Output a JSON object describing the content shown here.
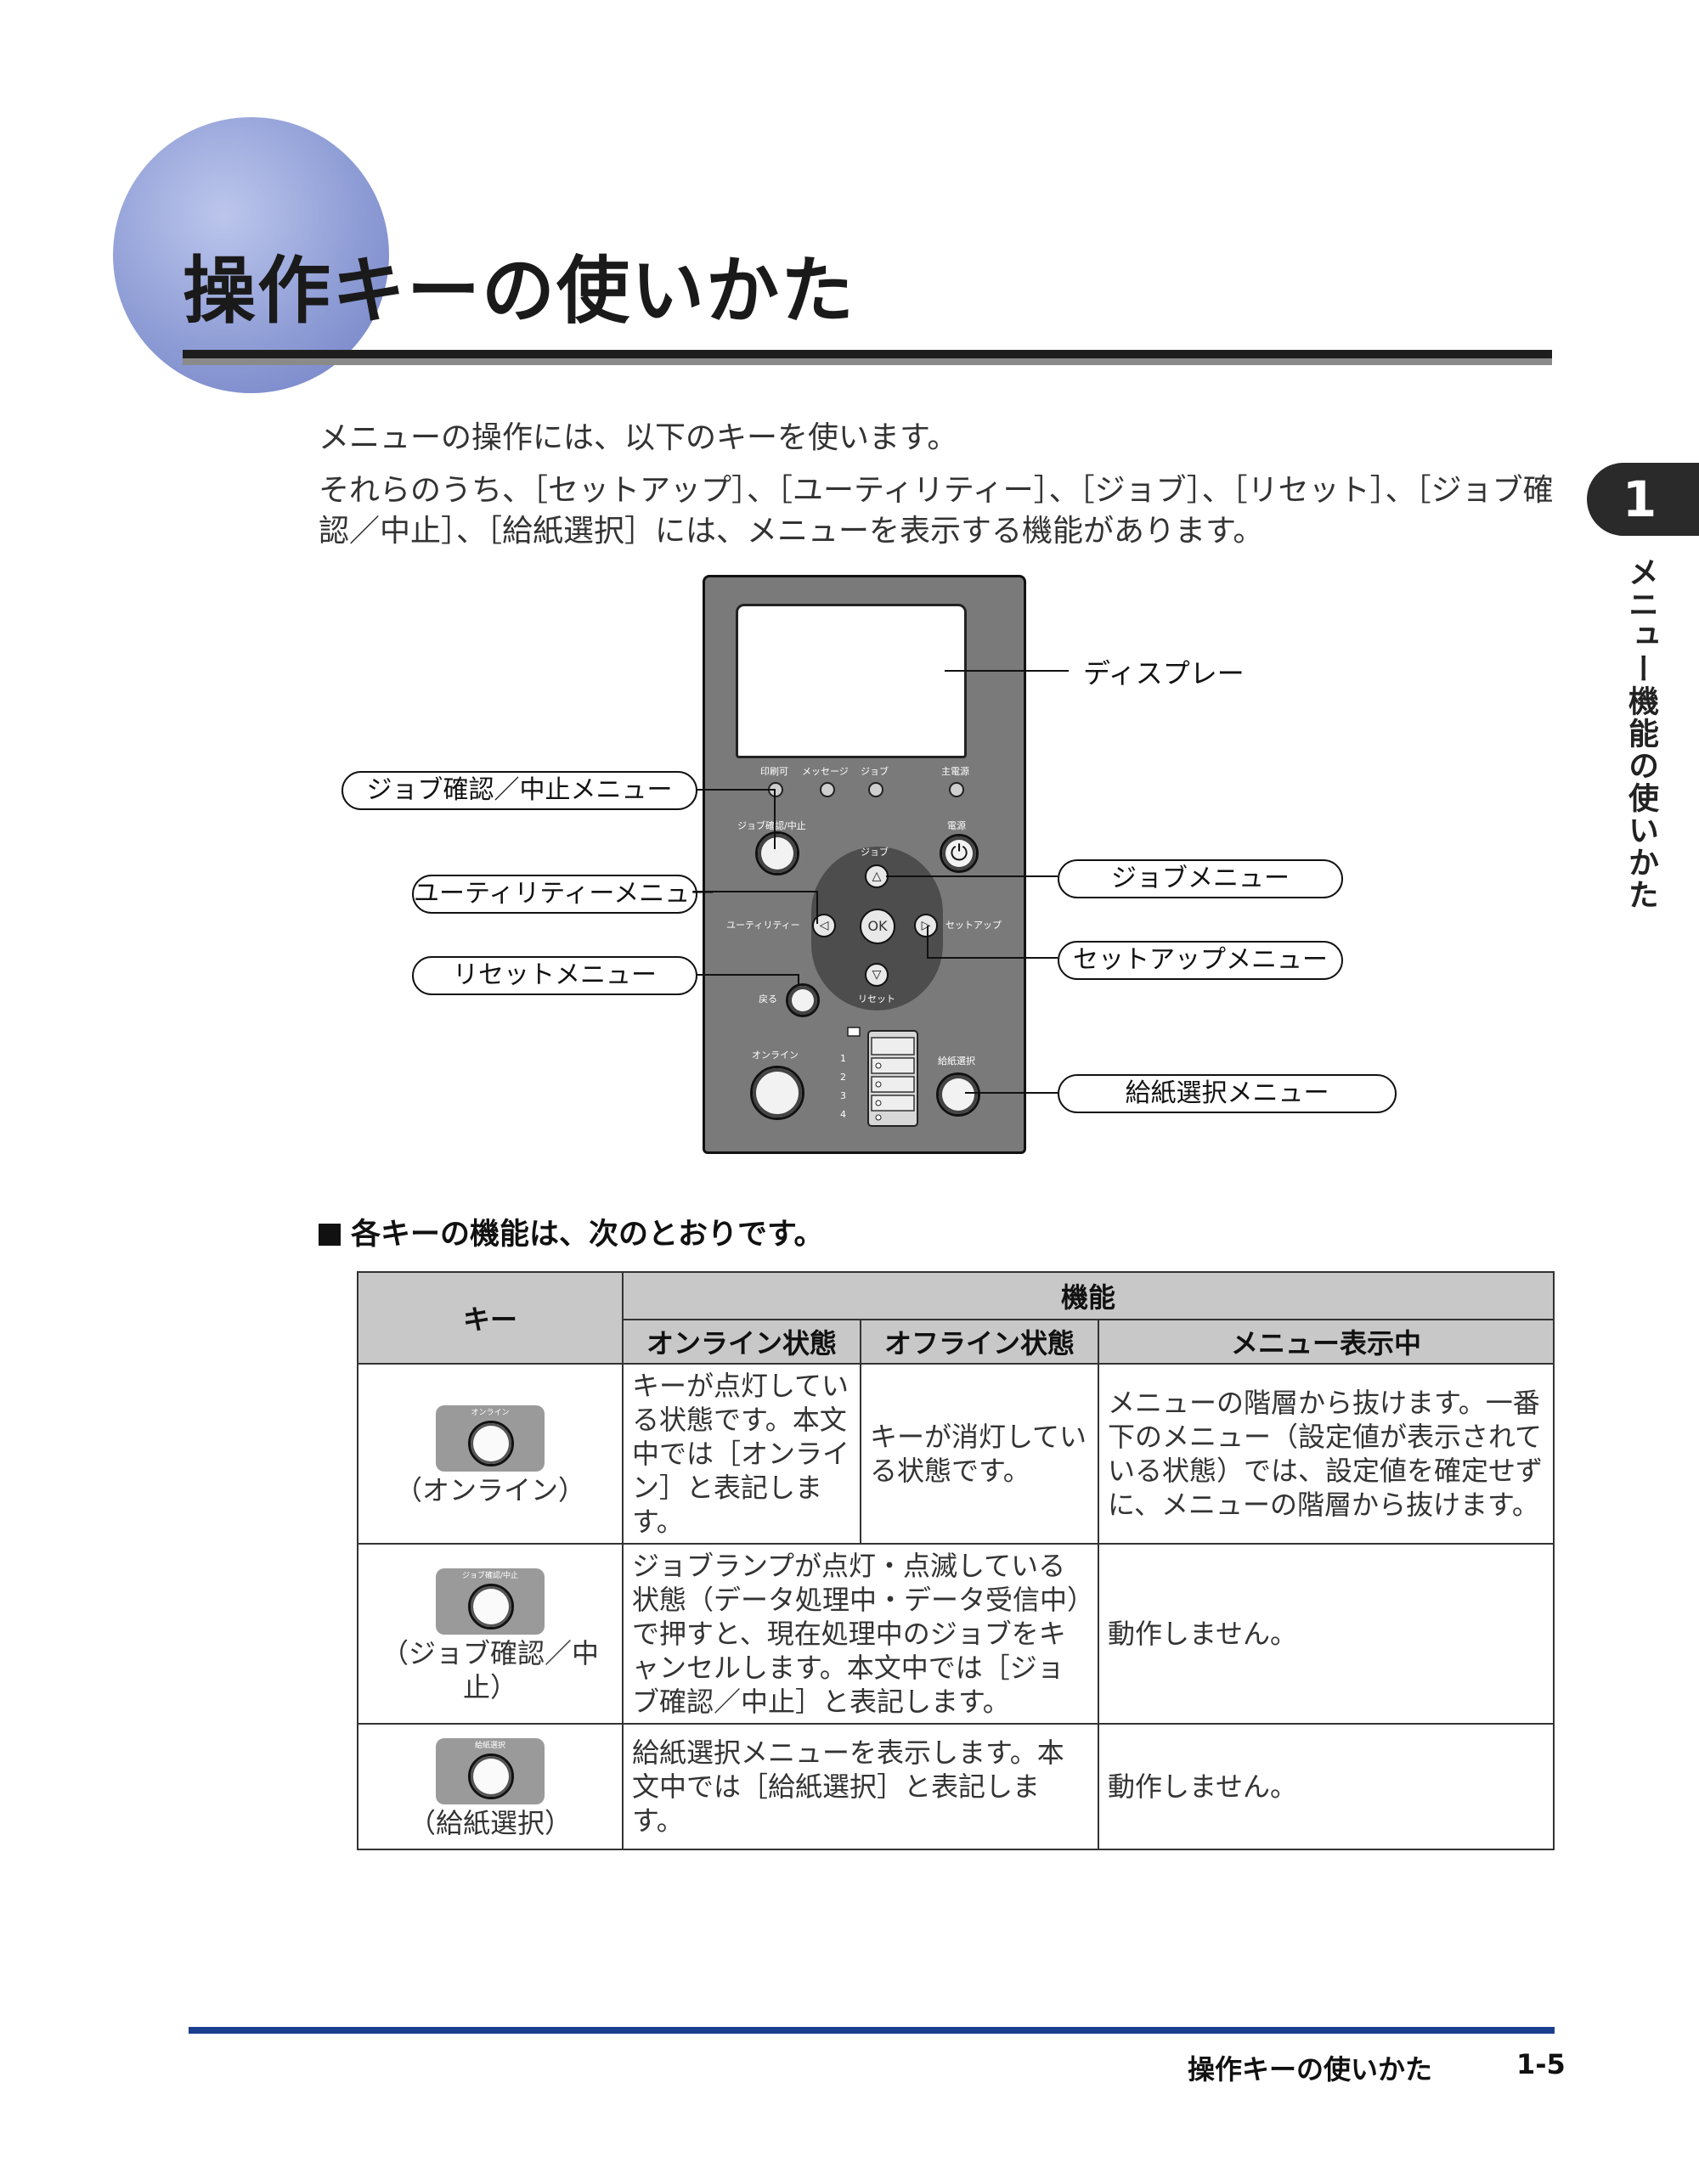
{
  "header": {
    "title": "操作キーの使いかた"
  },
  "intro": {
    "line1": "メニューの操作には、以下のキーを使います。",
    "line2": "それらのうち、［セットアップ］、［ユーティリティー］、［ジョブ］、［リセット］、［ジョブ確",
    "line3": "認／中止］、［給紙選択］には、メニューを表示する機能があります。"
  },
  "chapter": {
    "number": "1",
    "side_title": "メニュー機能の使いかた"
  },
  "panel": {
    "led_labels": [
      "印刷可",
      "メッセージ",
      "ジョブ",
      "主電源"
    ],
    "job_cancel_label": "ジョブ確認/中止",
    "power_label": "電源",
    "job_label": "ジョブ",
    "utility_label": "ユーティリティー",
    "setup_label": "セットアップ",
    "reset_label": "リセット",
    "back_label": "戻る",
    "ok_label": "OK",
    "online_label": "オンライン",
    "paper_select_label": "給紙選択",
    "tray_numbers": [
      "1",
      "2",
      "3",
      "4"
    ]
  },
  "callouts": {
    "display": "ディスプレー",
    "job_cancel_menu": "ジョブ確認／中止メニュー",
    "utility_menu": "ユーティリティーメニュー",
    "reset_menu": "リセットメニュー",
    "job_menu": "ジョブメニュー",
    "setup_menu": "セットアップメニュー",
    "paper_select_menu": "給紙選択メニュー"
  },
  "section": {
    "heading": "各キーの機能は、次のとおりです。"
  },
  "table": {
    "header_key": "キー",
    "header_function": "機能",
    "subheaders": [
      "オンライン状態",
      "オフライン状態",
      "メニュー表示中"
    ],
    "rows": [
      {
        "icon_label": "オンライン",
        "key_name": "（オンライン）",
        "online": "キーが点灯している状態です。本文中では［オンライン］と表記します。",
        "offline": "キーが消灯している状態です。",
        "menu": "メニューの階層から抜けます。一番下のメニュー（設定値が表示されている状態）では、設定値を確定せずに、メニューの階層から抜けます。"
      },
      {
        "icon_label": "ジョブ確認/中止",
        "key_name": "（ジョブ確認／中止）",
        "online_offline": "ジョブランプが点灯・点滅している状態（データ処理中・データ受信中）で押すと、現在処理中のジョブをキャンセルします。本文中では［ジョブ確認／中止］と表記します。",
        "menu": "動作しません。"
      },
      {
        "icon_label": "給紙選択",
        "key_name": "（給紙選択）",
        "online_offline": "給紙選択メニューを表示します。本文中では［給紙選択］と表記します。",
        "menu": "動作しません。"
      }
    ]
  },
  "footer": {
    "title": "操作キーの使いかた",
    "page": "1-5"
  }
}
